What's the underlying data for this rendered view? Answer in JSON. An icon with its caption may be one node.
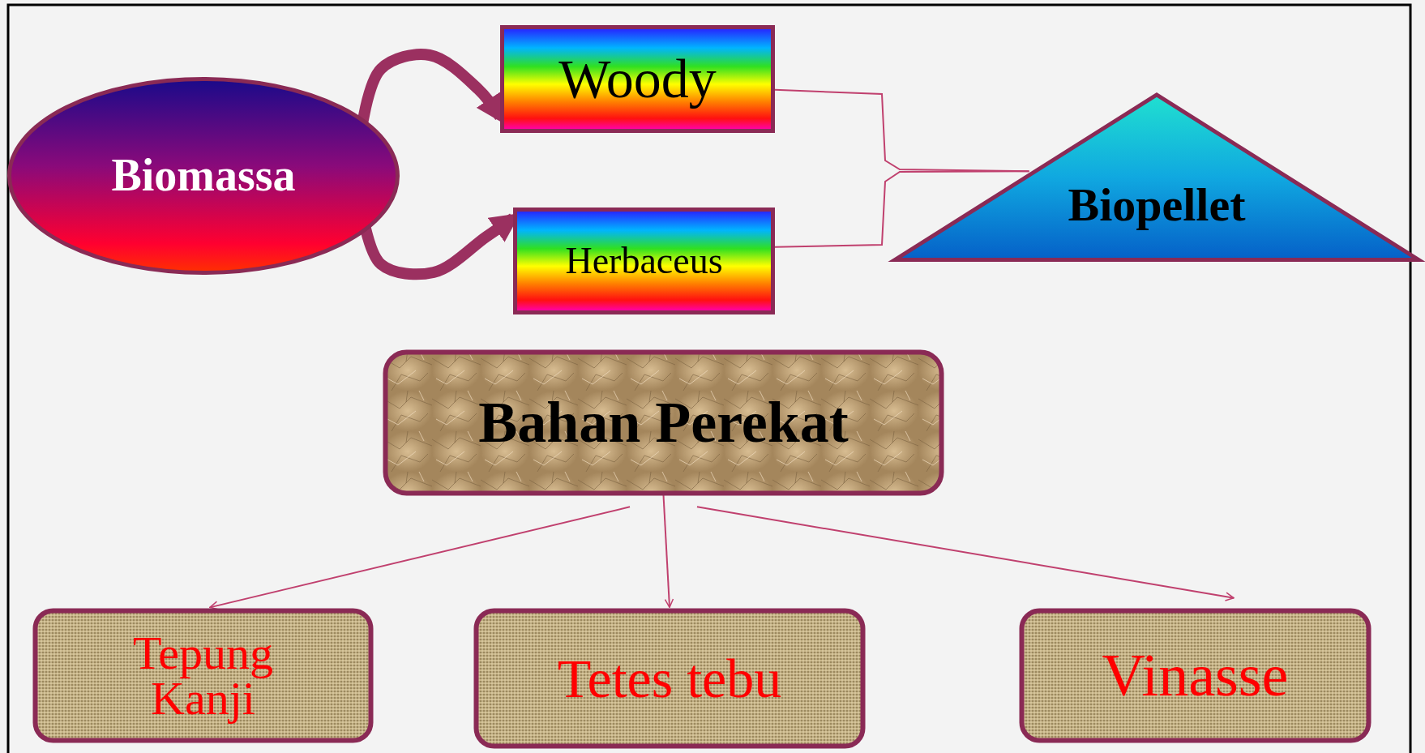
{
  "diagram": {
    "nodes": [
      {
        "text": [
          "Biomassa"
        ]
      },
      {
        "text": [
          "Woody"
        ]
      },
      {
        "text": [
          "Herbaceus"
        ]
      },
      {
        "text": [
          "Biopellet"
        ]
      },
      {
        "text": [
          "Bahan Perekat"
        ]
      },
      {
        "text": [
          "Tepung Kanji"
        ]
      },
      {
        "text": [
          "Tetes tebu"
        ]
      },
      {
        "text": [
          "Vinasse"
        ]
      }
    ],
    "edges": [
      {
        "from": 0,
        "to": 1,
        "arrow": "to",
        "style": "thick"
      },
      {
        "from": 0,
        "to": 2,
        "arrow": "to",
        "style": "thick"
      },
      {
        "from": 1,
        "to": 3,
        "arrow": "none"
      },
      {
        "from": 2,
        "to": 3,
        "arrow": "none"
      },
      {
        "from": 4,
        "to": 5,
        "arrow": "to"
      },
      {
        "from": 4,
        "to": 6,
        "arrow": "to"
      },
      {
        "from": 4,
        "to": 7,
        "arrow": "to"
      }
    ]
  }
}
